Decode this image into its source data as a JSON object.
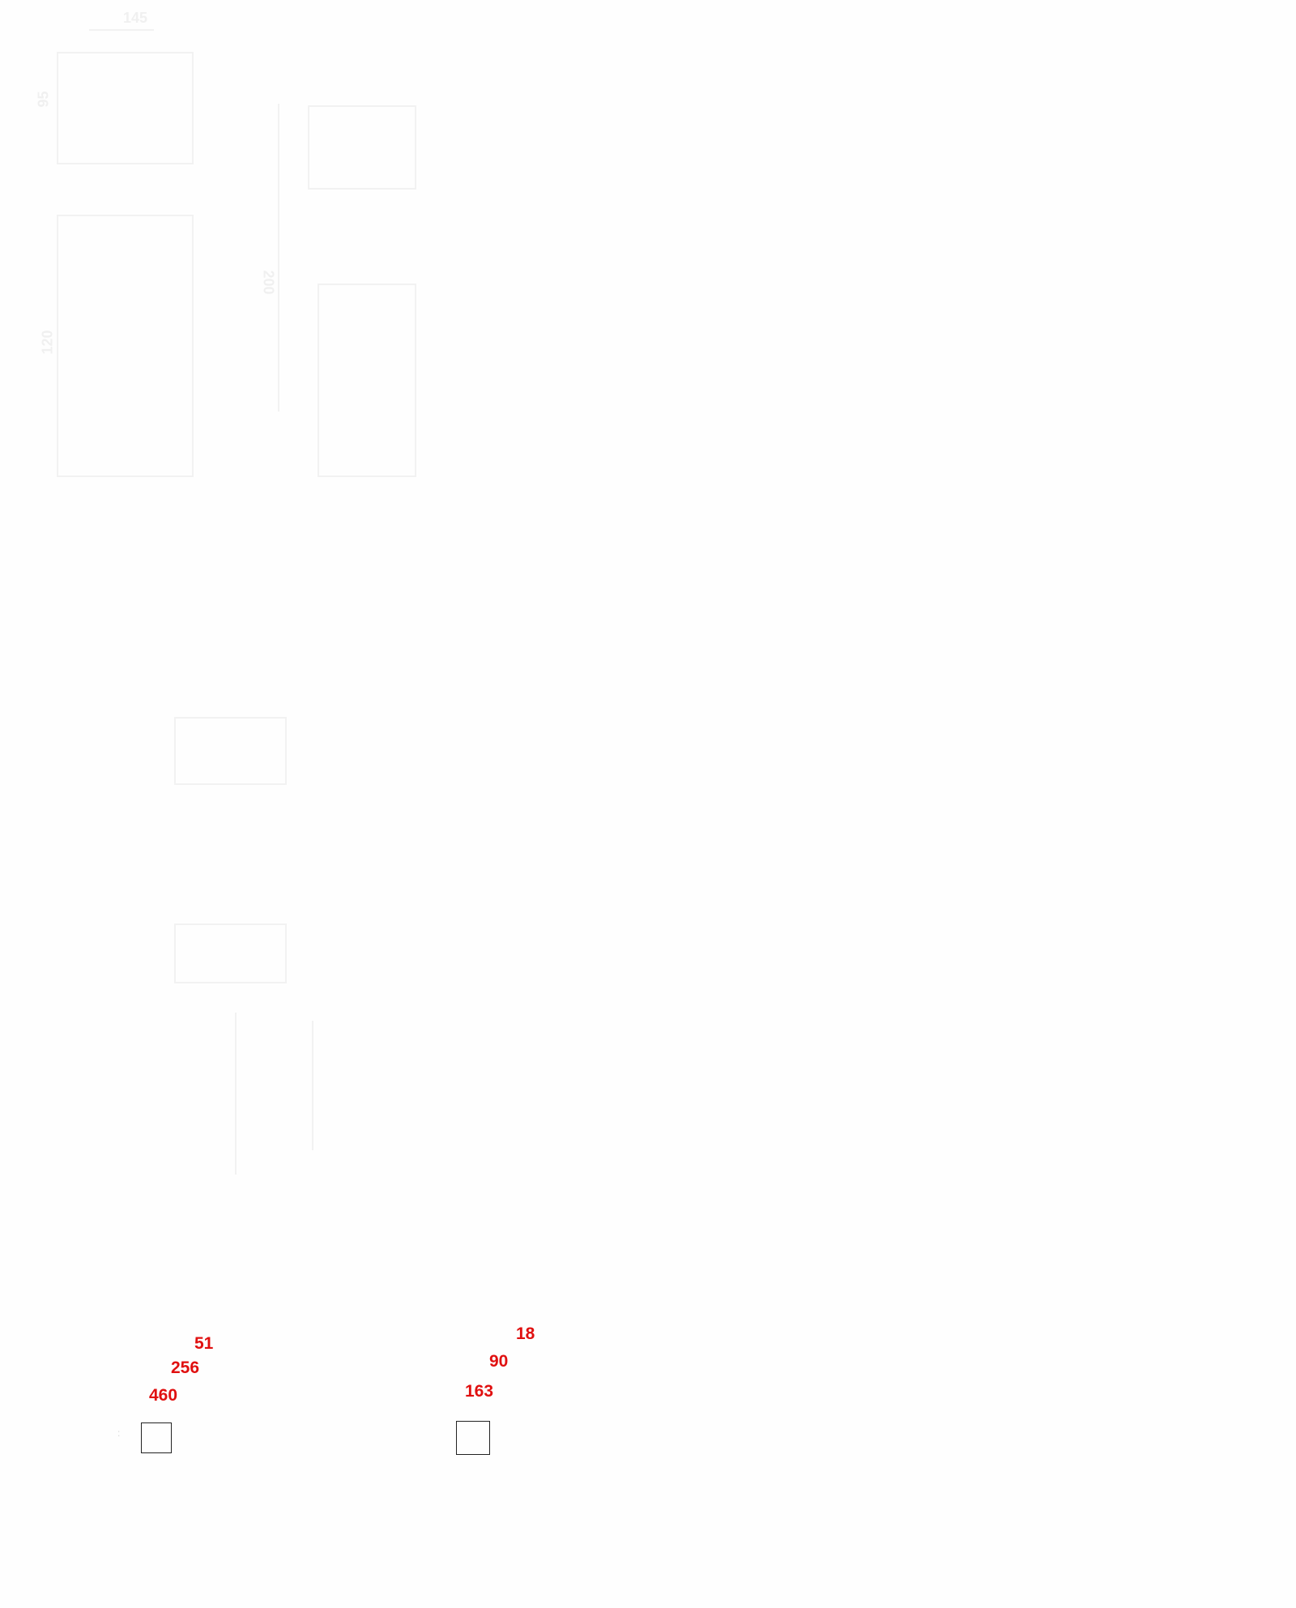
{
  "faint_labels": {
    "top": "145",
    "left_upper": "95",
    "left_lower": "120",
    "middle": "200"
  },
  "group_left": {
    "values": [
      "51",
      "256",
      "460"
    ],
    "color": "#e01010"
  },
  "group_right": {
    "values": [
      "18",
      "90",
      "163"
    ],
    "color": "#e01010"
  }
}
